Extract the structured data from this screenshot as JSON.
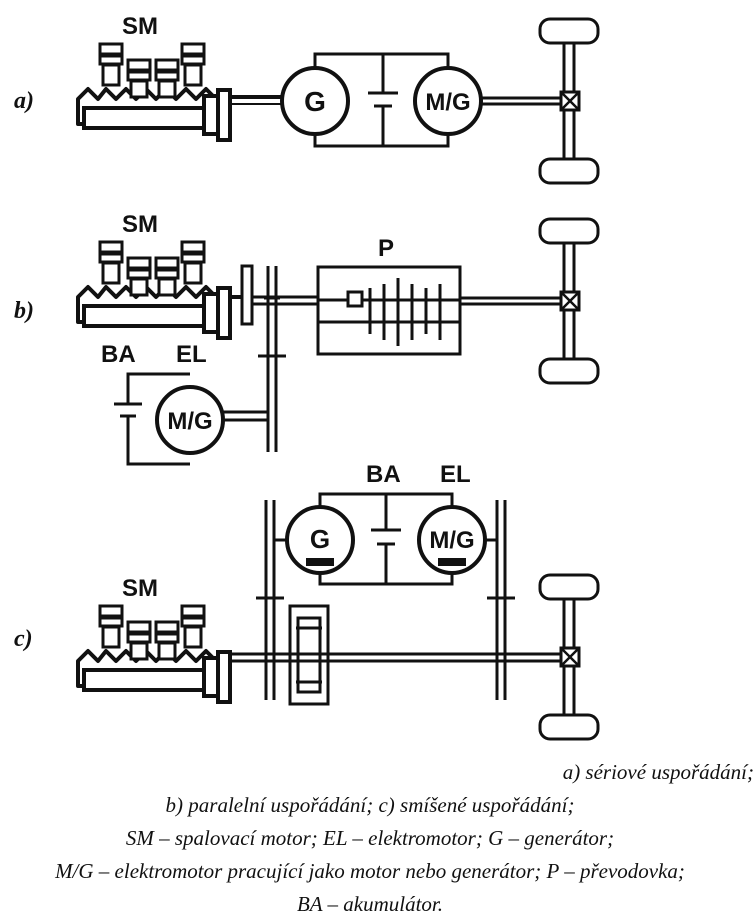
{
  "rows": {
    "a": {
      "row_label": "a)",
      "engine_label": "SM",
      "gen_label": "G",
      "motor_label": "M/G"
    },
    "b": {
      "row_label": "b)",
      "engine_label": "SM",
      "gearbox_label": "P",
      "battery_label": "BA",
      "motor_group_label": "EL",
      "motor_label": "M/G"
    },
    "c": {
      "row_label": "c)",
      "engine_label": "SM",
      "battery_label": "BA",
      "motor_group_label": "EL",
      "gen_label": "G",
      "motor_label": "M/G"
    }
  },
  "caption": {
    "line1": "a) sériové uspořádání;",
    "line2": "b) paralelní uspořádání; c) smíšené uspořádání;",
    "line3": "SM – spalovací motor; EL – elektromotor; G – generátor;",
    "line4": "M/G – elektromotor pracující jako motor nebo generátor; P – převodovka;",
    "line5": "BA – akumulátor."
  }
}
